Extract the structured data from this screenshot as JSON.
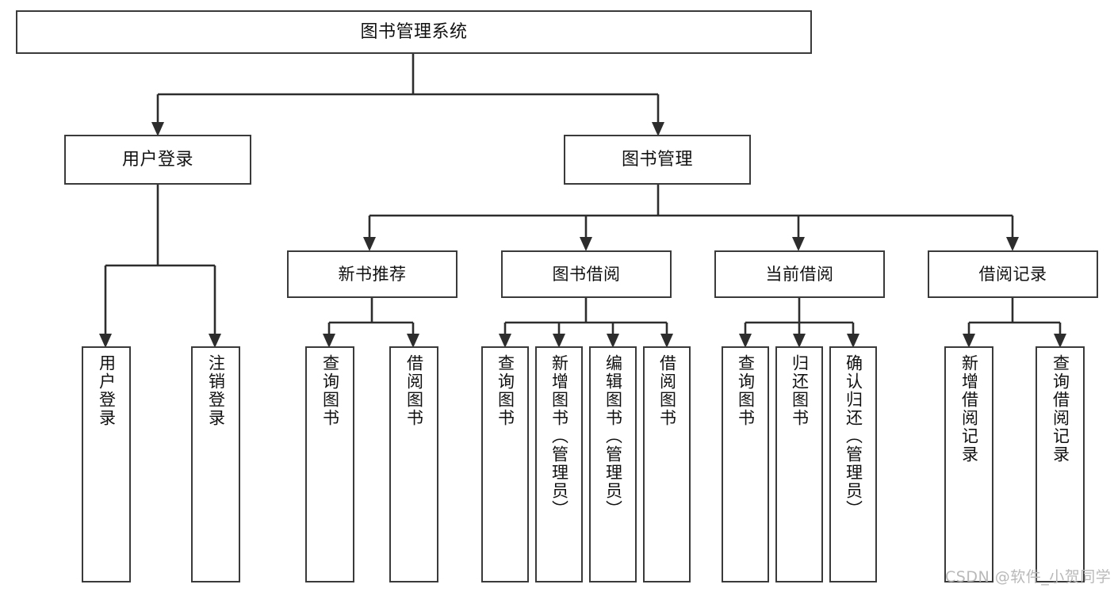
{
  "diagram": {
    "title": "图书管理系统",
    "type": "tree-hierarchy-chart",
    "watermark": "CSDN @软件_小贺同学",
    "colors": {
      "box_border": "#3a3a3a",
      "box_fill": "#ffffff",
      "edge": "#2d2d2d",
      "text": "#111111",
      "watermark": "#b9b9b9"
    },
    "root": {
      "label": "图书管理系统"
    },
    "level2": [
      {
        "label": "用户登录"
      },
      {
        "label": "图书管理"
      }
    ],
    "level3": [
      {
        "label": "新书推荐"
      },
      {
        "label": "图书借阅"
      },
      {
        "label": "当前借阅"
      },
      {
        "label": "借阅记录"
      }
    ],
    "leaves": {
      "user_login": [
        {
          "label": "用户登录"
        },
        {
          "label": "注销登录"
        }
      ],
      "new_book_recommend": [
        {
          "label": "查询图书"
        },
        {
          "label": "借阅图书"
        }
      ],
      "book_borrow": [
        {
          "label": "查询图书"
        },
        {
          "label": "新增图书（管理员）"
        },
        {
          "label": "编辑图书（管理员）"
        },
        {
          "label": "借阅图书"
        }
      ],
      "current_borrow": [
        {
          "label": "查询图书"
        },
        {
          "label": "归还图书"
        },
        {
          "label": "确认归还（管理员）"
        }
      ],
      "borrow_record": [
        {
          "label": "新增借阅记录"
        },
        {
          "label": "查询借阅记录"
        }
      ]
    }
  }
}
